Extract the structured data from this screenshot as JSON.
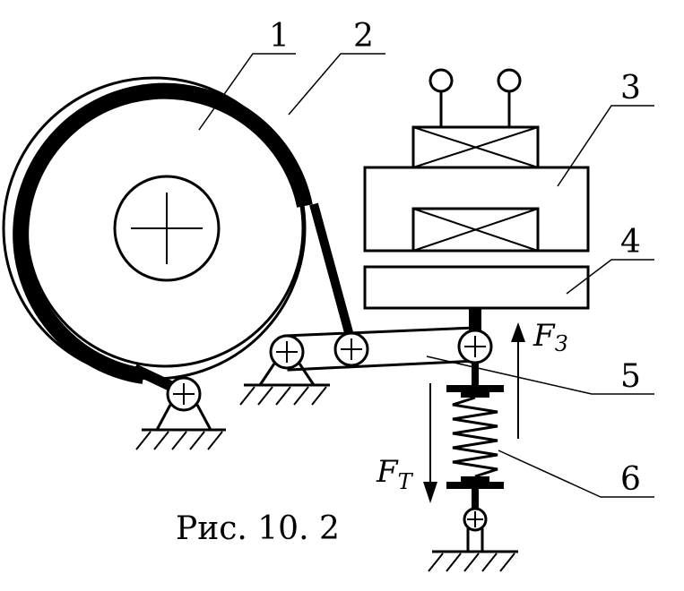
{
  "labels": {
    "drum": "1",
    "band": "2",
    "electromagnet": "3",
    "armature": "4",
    "lever": "5",
    "spring": "6"
  },
  "forces": {
    "electromagnet_force_symbol": "F",
    "electromagnet_force_subscript": "З",
    "brake_force_symbol": "F",
    "brake_force_subscript": "Т"
  },
  "caption": "Рис. 10. 2",
  "colors": {
    "ink": "#000000",
    "paper": "#ffffff"
  }
}
